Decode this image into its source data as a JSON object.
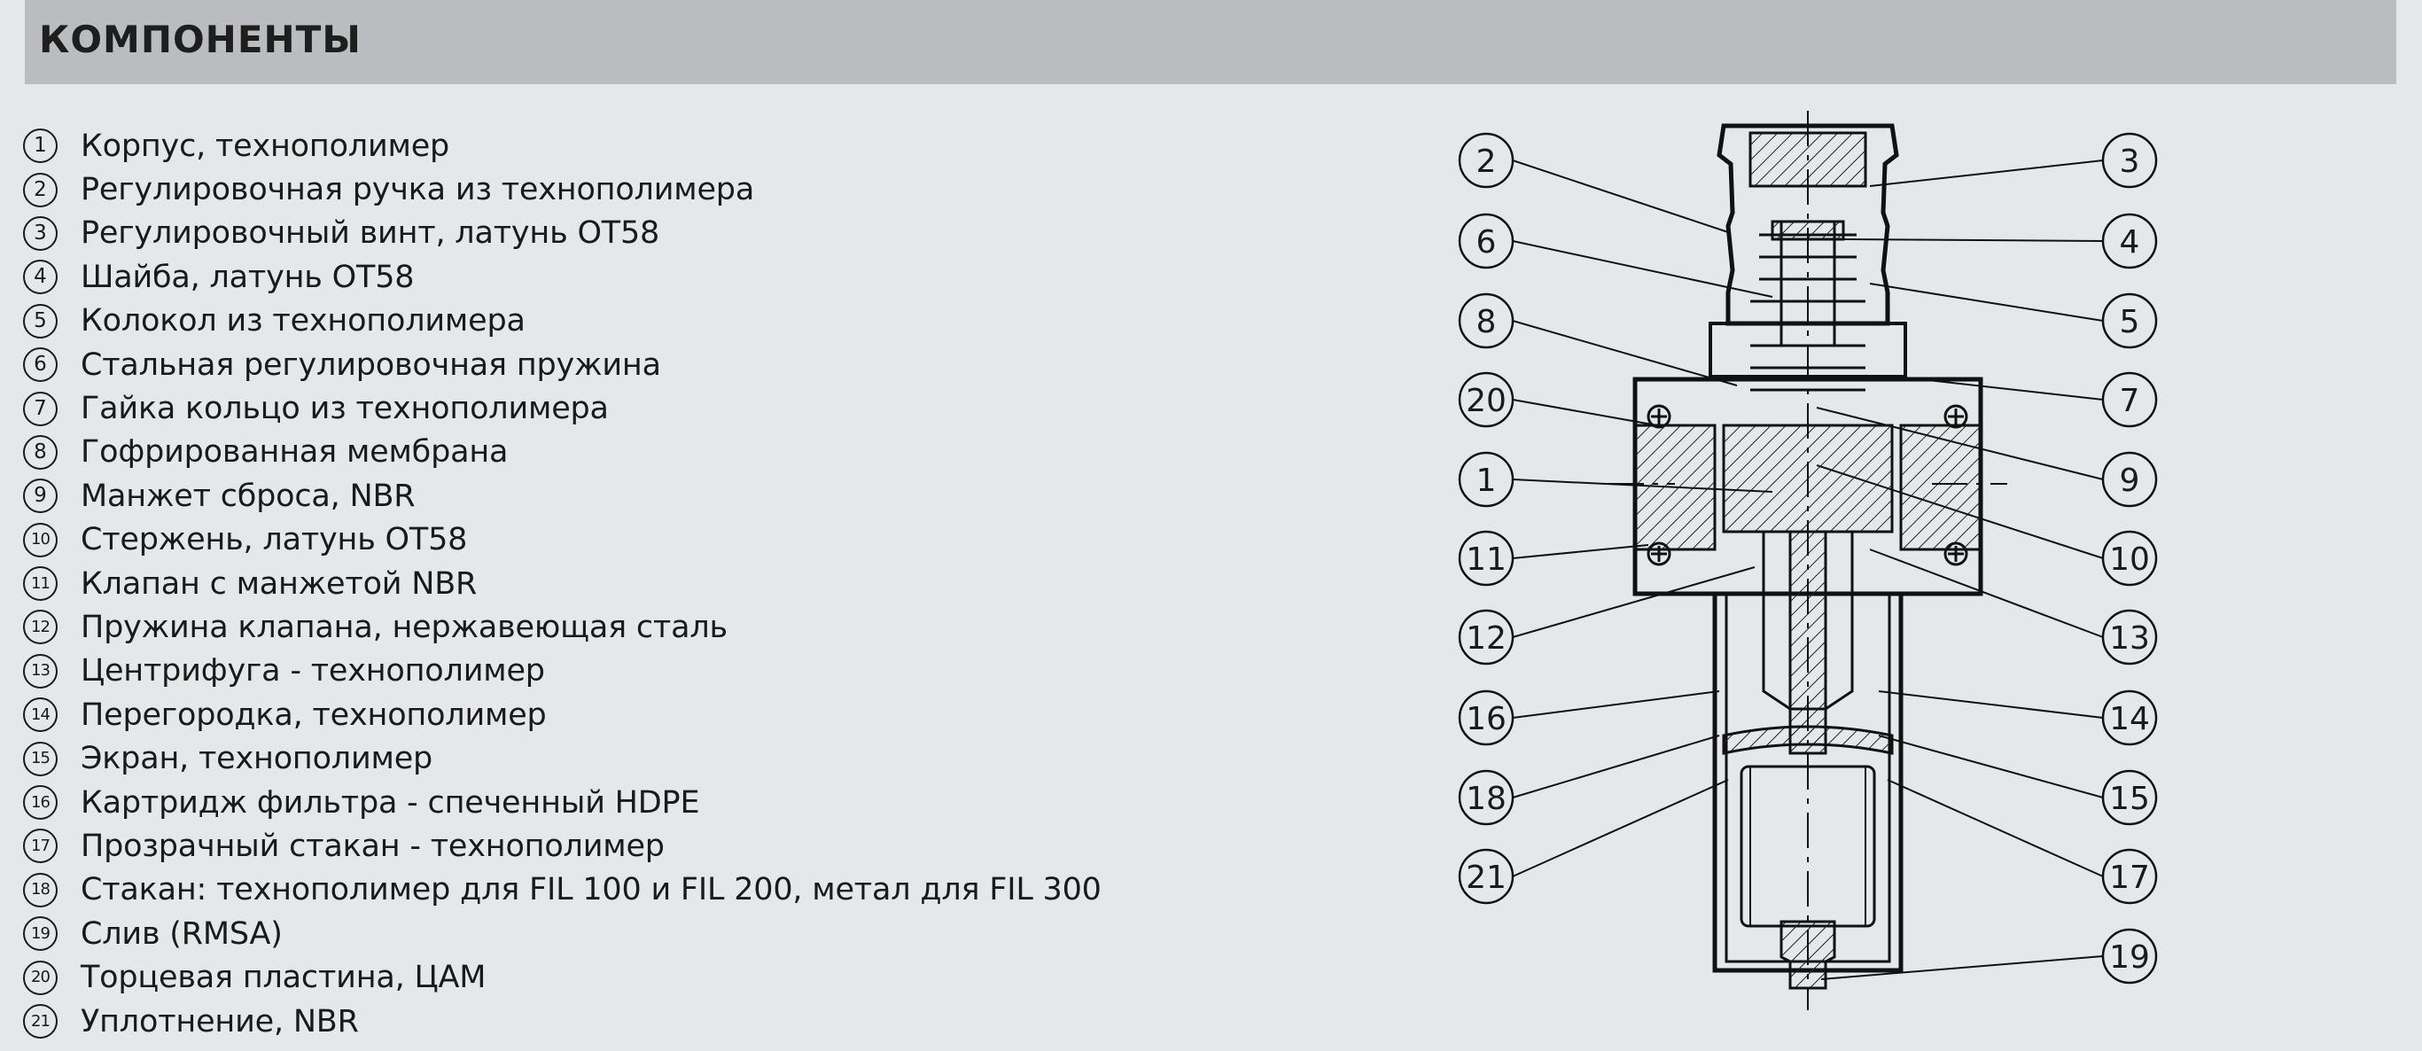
{
  "header": {
    "title": "КОМПОНЕНТЫ"
  },
  "parts": [
    {
      "num": "1",
      "text": "Корпус, технополимер"
    },
    {
      "num": "2",
      "text": "Регулировочная ручка из технополимера"
    },
    {
      "num": "3",
      "text": "Регулировочный винт, латунь OT58"
    },
    {
      "num": "4",
      "text": "Шайба, латунь OT58"
    },
    {
      "num": "5",
      "text": "Колокол из технополимера"
    },
    {
      "num": "6",
      "text": "Стальная регулировочная пружина"
    },
    {
      "num": "7",
      "text": "Гайка кольцо из технополимера"
    },
    {
      "num": "8",
      "text": "Гофрированная мембрана"
    },
    {
      "num": "9",
      "text": "Манжет сброса, NBR"
    },
    {
      "num": "10",
      "text": "Стержень, латунь OT58"
    },
    {
      "num": "11",
      "text": "Клапан с манжетой NBR"
    },
    {
      "num": "12",
      "text": "Пружина клапана, нержавеющая сталь"
    },
    {
      "num": "13",
      "text": "Центрифуга - технополимер"
    },
    {
      "num": "14",
      "text": "Перегородка, технополимер"
    },
    {
      "num": "15",
      "text": "Экран, технополимер"
    },
    {
      "num": "16",
      "text": "Картридж фильтра - спеченный HDPE"
    },
    {
      "num": "17",
      "text": "Прозрачный стакан - технополимер"
    },
    {
      "num": "18",
      "text": "Стакан: технополимер для FIL 100 и FIL 200, метал для FIL 300"
    },
    {
      "num": "19",
      "text": "Слив (RMSA)"
    },
    {
      "num": "20",
      "text": "Торцевая пластина, ЦАМ"
    },
    {
      "num": "21",
      "text": "Уплотнение, NBR"
    }
  ],
  "diagram": {
    "left_callouts": [
      "2",
      "6",
      "8",
      "20",
      "1",
      "11",
      "12",
      "16",
      "18",
      "21"
    ],
    "right_callouts": [
      "3",
      "4",
      "5",
      "7",
      "9",
      "10",
      "13",
      "14",
      "15",
      "17",
      "19"
    ]
  }
}
